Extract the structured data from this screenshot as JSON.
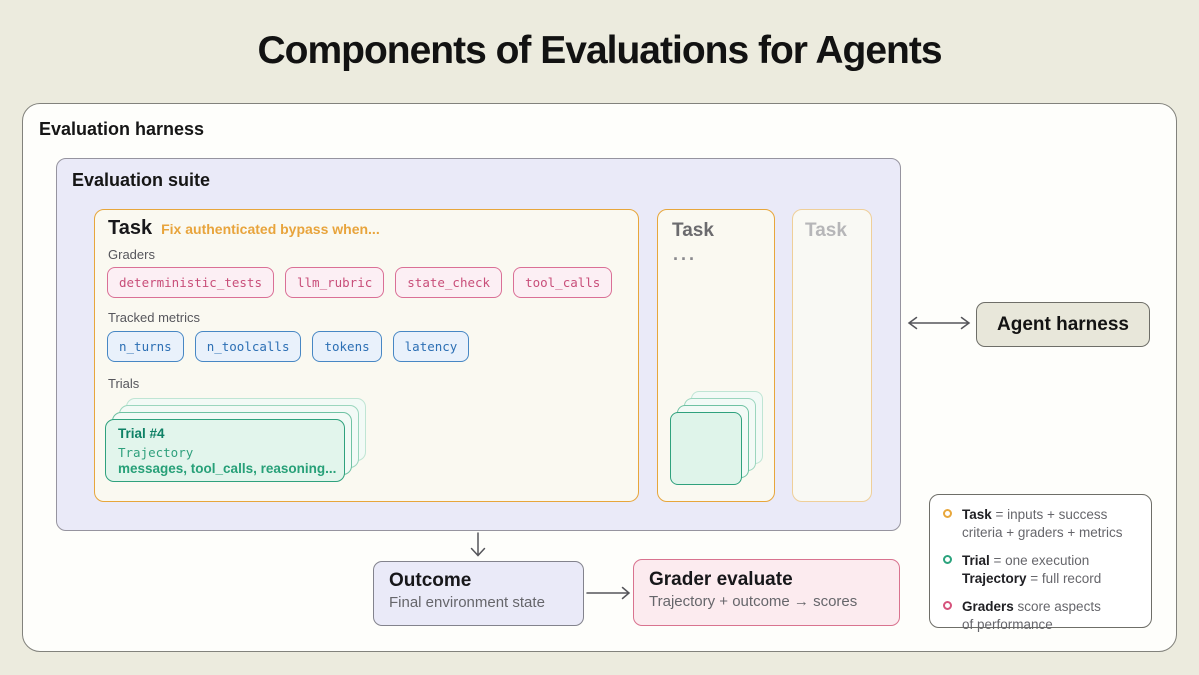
{
  "title": "Components of Evaluations for Agents",
  "colors": {
    "task_orange": "#E7A63B",
    "trial_green": "#2BA37D",
    "grader_pink": "#D6537C",
    "metric_blue": "#4787C4",
    "suite_lavender": "#EAEAF8",
    "page_background": "#ECEBDE"
  },
  "harness": {
    "label": "Evaluation harness"
  },
  "suite": {
    "label": "Evaluation suite",
    "task1": {
      "label": "Task",
      "description": "Fix authenticated bypass when...",
      "graders_label": "Graders",
      "graders": [
        "deterministic_tests",
        "llm_rubric",
        "state_check",
        "tool_calls"
      ],
      "metrics_label": "Tracked metrics",
      "metrics": [
        "n_turns",
        "n_toolcalls",
        "tokens",
        "latency"
      ],
      "trials_label": "Trials",
      "trial": {
        "title": "Trial #4",
        "trajectory_label": "Trajectory",
        "contents": "messages, tool_calls, reasoning..."
      }
    },
    "task2": {
      "label": "Task",
      "ellipsis": "..."
    },
    "task3": {
      "label": "Task"
    }
  },
  "agent_harness": {
    "label": "Agent harness"
  },
  "outcome": {
    "title": "Outcome",
    "subtitle": "Final environment state"
  },
  "grader_evaluate": {
    "title": "Grader evaluate",
    "subtitle": "Trajectory + outcome → scores"
  },
  "legend": {
    "items": [
      {
        "color": "#E8A73C",
        "term": "Task",
        "rest": " = inputs + success",
        "line2": "criteria + graders + metrics"
      },
      {
        "color": "#2BA37D",
        "term": "Trial",
        "rest": " = one execution",
        "term2": "Trajectory",
        "rest2": " = full record"
      },
      {
        "color": "#D6537C",
        "term": "Graders",
        "rest": " score aspects",
        "line2": "of performance"
      }
    ]
  }
}
